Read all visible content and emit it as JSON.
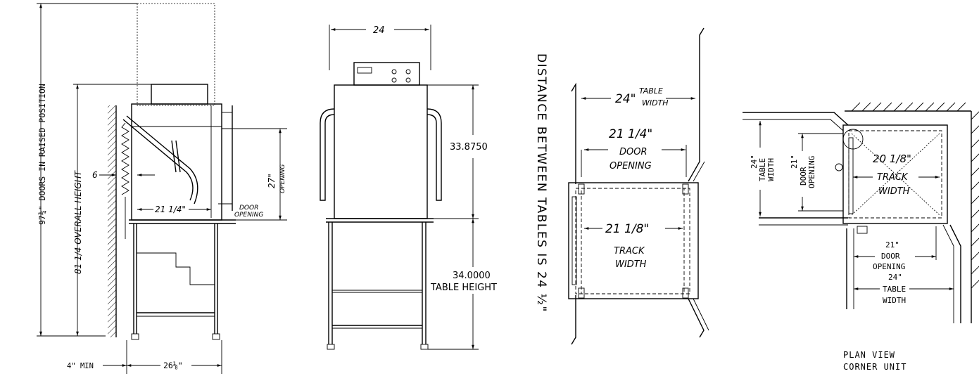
{
  "side_view": {
    "raised_height": "97¾\" DOORS IN RAISED POSITION",
    "overall_height": "81 1/4 OVERALL HEIGHT",
    "clearance_6": "6",
    "door_opening_height": "27\"",
    "door_opening_height_label": "OPENING",
    "door_width": "21 1/4\"",
    "door_opening_label_1": "DOOR",
    "door_opening_label_2": "OPENING",
    "min_clearance": "4\" MIN",
    "depth": "26⅛\""
  },
  "front_view": {
    "width": "24",
    "upper_height": "33.8750",
    "table_height_value": "34.0000",
    "table_height_label": "TABLE HEIGHT"
  },
  "distance_note": "DISTANCE BETWEEN TABLES IS 24 ½\"",
  "plan_straight": {
    "table_width": "24\"",
    "table_width_label_1": "TABLE",
    "table_width_label_2": "WIDTH",
    "door_opening": "21 1/4\"",
    "door_opening_label_1": "DOOR",
    "door_opening_label_2": "OPENING",
    "track_width": "21 1/8\"",
    "track_label_1": "TRACK",
    "track_label_2": "WIDTH"
  },
  "plan_corner": {
    "table_width_vert": "24\"",
    "table_width_vert_label_1": "TABLE",
    "table_width_vert_label_2": "WIDTH",
    "door_opening_vert": "21\"",
    "door_opening_vert_label_1": "DOOR",
    "door_opening_vert_label_2": "OPENING",
    "track_width": "20 1/8\"",
    "track_label_1": "TRACK",
    "track_label_2": "WIDTH",
    "door_opening_horiz": "21\"",
    "door_opening_horiz_label_1": "DOOR",
    "door_opening_horiz_label_2": "OPENING",
    "table_width_horiz": "24\"",
    "table_width_horiz_label_1": "TABLE",
    "table_width_horiz_label_2": "WIDTH",
    "caption_1": "PLAN VIEW",
    "caption_2": "CORNER UNIT"
  }
}
